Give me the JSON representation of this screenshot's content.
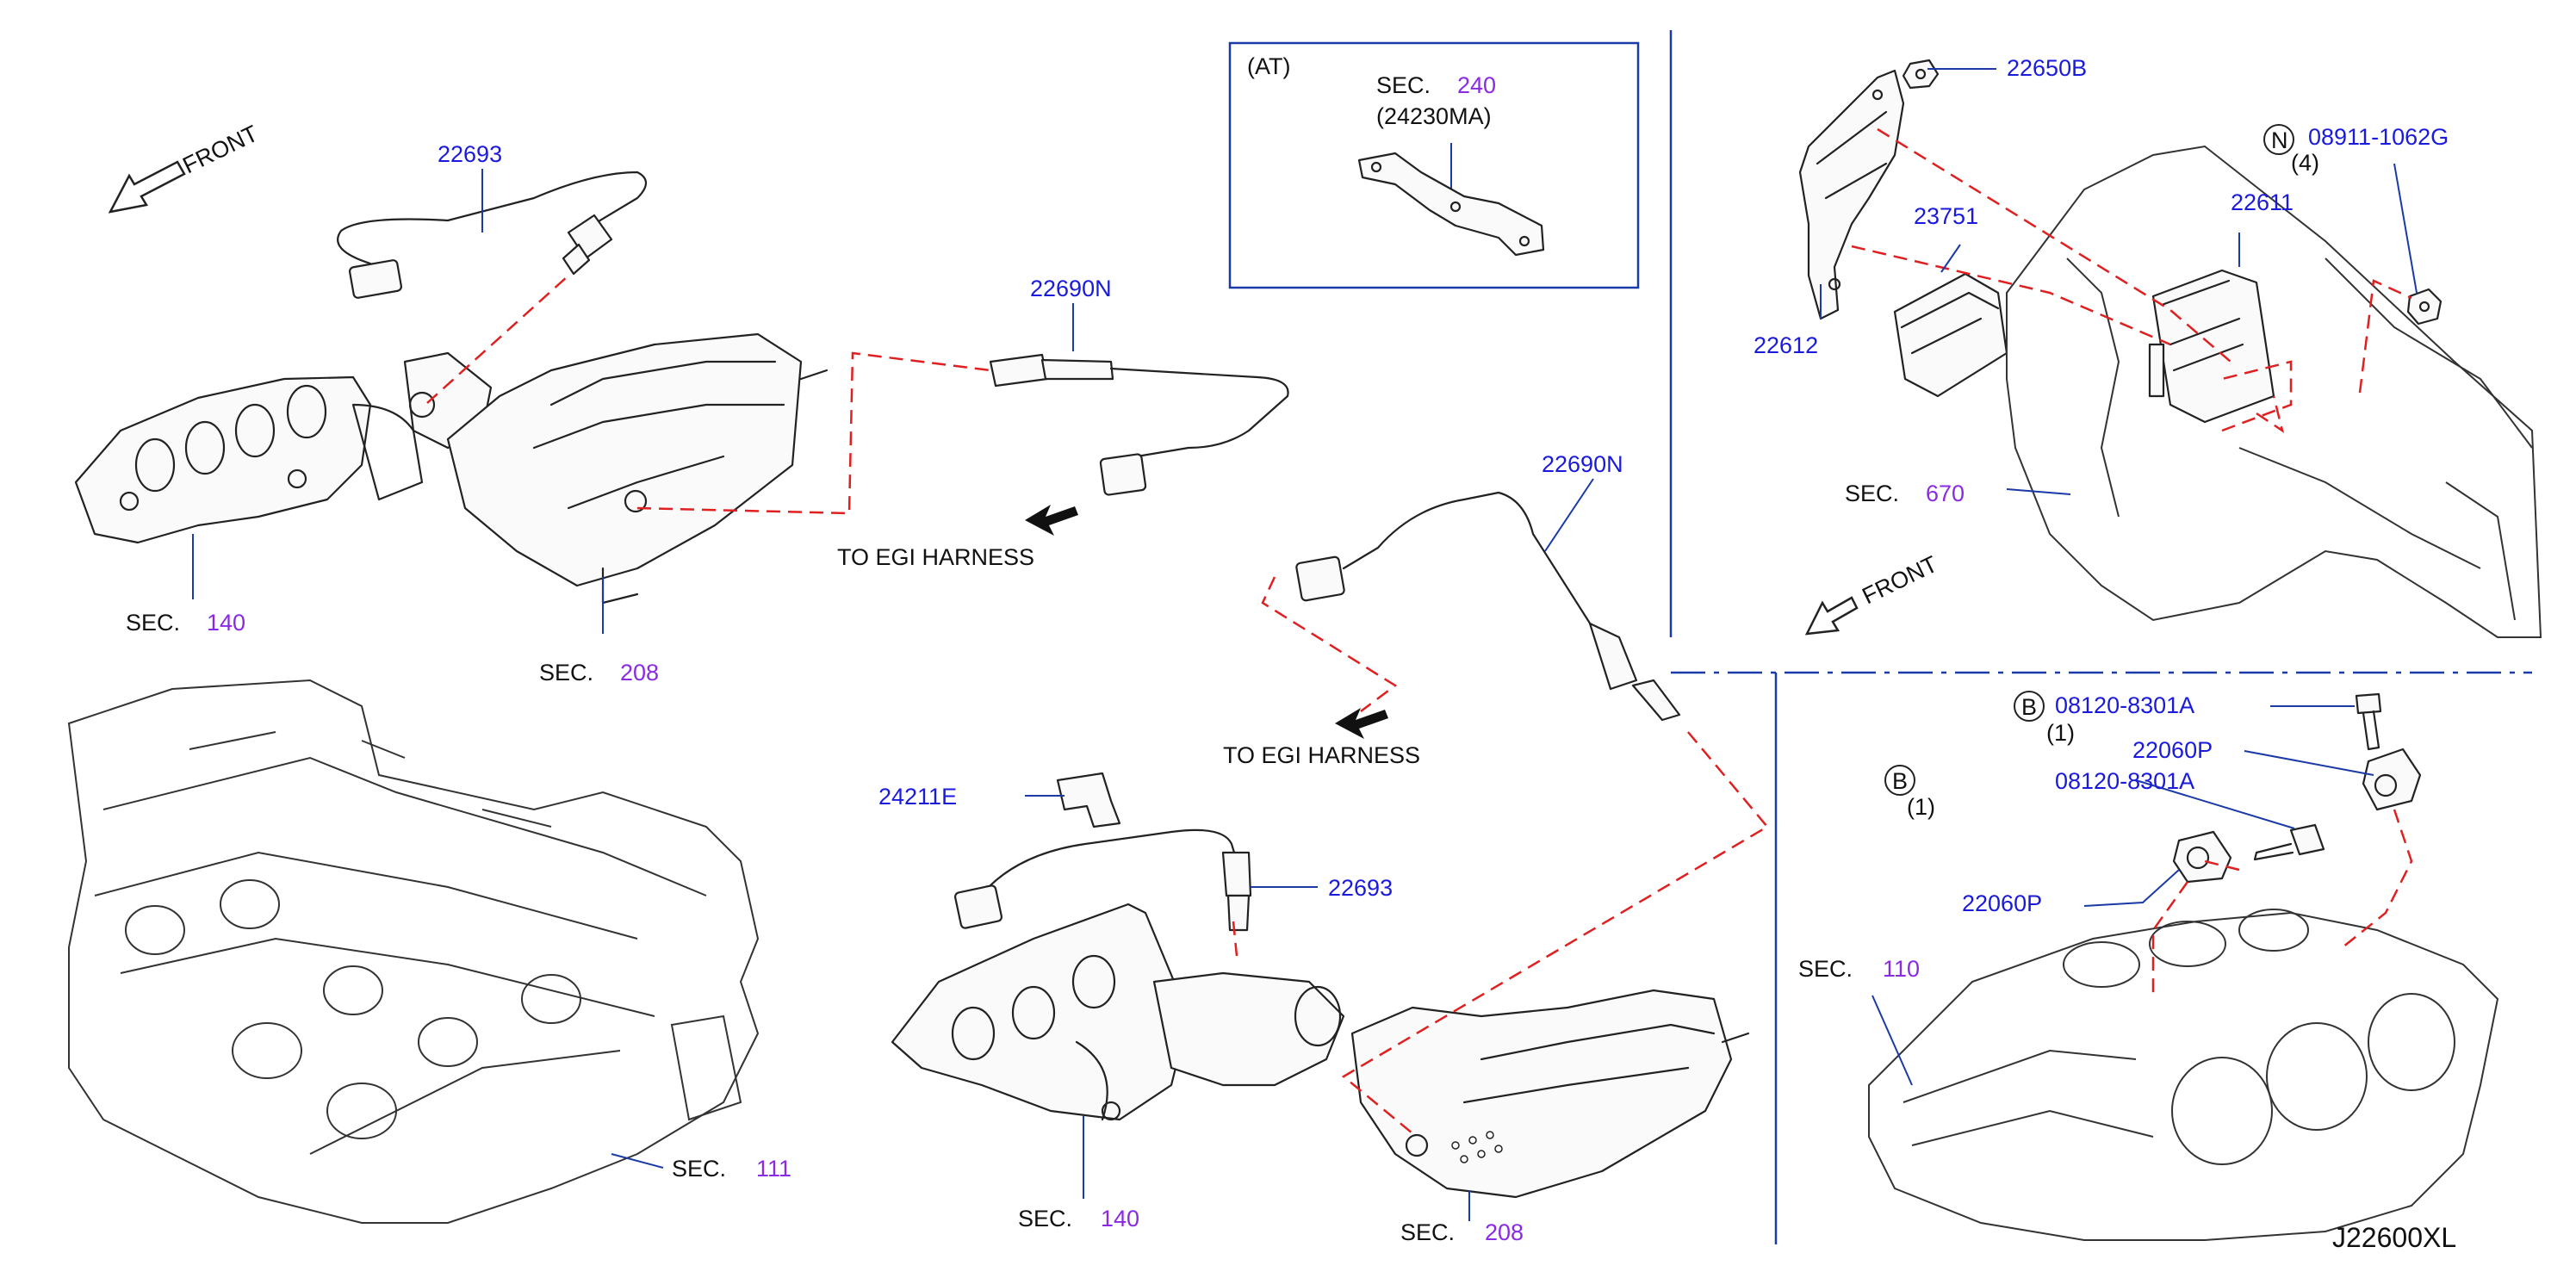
{
  "diagram_code": "J22600XL",
  "front_label": "FRONT",
  "harness_label": "TO  EGI  HARNESS",
  "sec_prefix": "SEC.",
  "inset": {
    "condition": "(AT)",
    "sec_number": "240",
    "part_number": "(24230MA)"
  },
  "parts": {
    "p22693_top": "22693",
    "p22690N_a": "22690N",
    "p22690N_b": "22690N",
    "p24211E": "24211E",
    "p22693_low": "22693",
    "p22650B": "22650B",
    "p08911": "08911-1062G",
    "p08911_qty": "(4)",
    "p22611": "22611",
    "p23751": "23751",
    "p22612": "22612",
    "p08120_a": "08120-8301A",
    "p08120_a_qty": "(1)",
    "p08120_b": "08120-8301A",
    "p08120_b_qty": "(1)",
    "p22060P_a": "22060P",
    "p22060P_b": "22060P"
  },
  "badges": {
    "N": "N",
    "B1": "B",
    "B2": "B"
  },
  "sections": {
    "s140_top": "140",
    "s208_top": "208",
    "s111": "111",
    "s140_low": "140",
    "s208_low": "208",
    "s670": "670",
    "s110": "110"
  },
  "colors": {
    "part_number": "#1a1adc",
    "section_number": "#8a2be2",
    "leader": "#1a3aa8",
    "dashed": "#e02020"
  }
}
